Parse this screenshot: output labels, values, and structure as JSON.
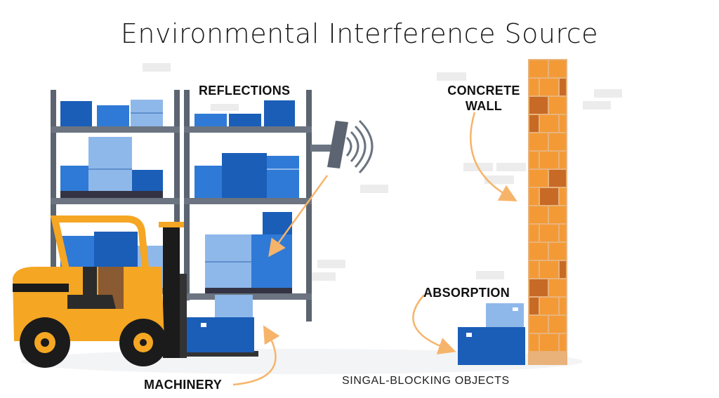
{
  "title": "Environmental Interference Source",
  "labels": {
    "reflections": "REFLECTIONS",
    "concrete_wall_line1": "CONCRETE",
    "concrete_wall_line2": "WALL",
    "absorption": "ABSORPTION",
    "machinery": "MACHINERY",
    "signal_blocking": "SINGAL-BLOCKING OBJECTS"
  },
  "colors": {
    "box_dark": "#1a5eb8",
    "box_mid": "#2f7ad6",
    "box_light": "#8fb8ea",
    "rack": "#5b6470",
    "forklift": "#f5a623",
    "arrow": "#f6b46a",
    "brick_light": "#f39a36",
    "brick_dark": "#c76a26",
    "mortar": "#e9b27a"
  }
}
